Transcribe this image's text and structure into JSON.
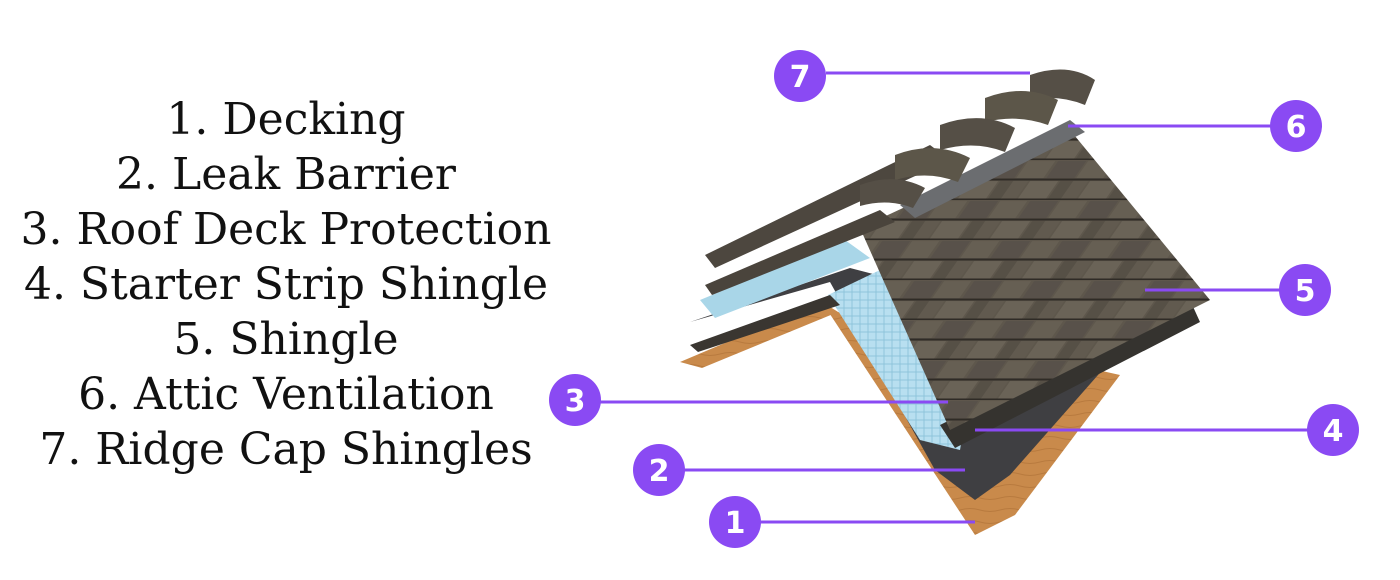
{
  "legend": [
    "1. Decking",
    "2. Leak Barrier",
    "3. Roof Deck Protection",
    "4. Starter Strip Shingle",
    "5. Shingle",
    "6. Attic Ventilation",
    "7. Ridge Cap Shingles"
  ],
  "callouts": [
    {
      "num": "1",
      "label": "Decking"
    },
    {
      "num": "2",
      "label": "Leak Barrier"
    },
    {
      "num": "3",
      "label": "Roof Deck Protection"
    },
    {
      "num": "4",
      "label": "Starter Strip Shingle"
    },
    {
      "num": "5",
      "label": "Shingle"
    },
    {
      "num": "6",
      "label": "Attic Ventilation"
    },
    {
      "num": "7",
      "label": "Ridge Cap Shingles"
    }
  ],
  "colors": {
    "callout": "#8a4af3",
    "decking": "#c8884a",
    "leak_barrier": "#3f3f42",
    "deck_protection": "#a9d6e8",
    "shingle": "#5e574c",
    "shingle_dark": "#4a443b",
    "vent": "#6b6d70",
    "ridge_cap": "#554f46"
  }
}
